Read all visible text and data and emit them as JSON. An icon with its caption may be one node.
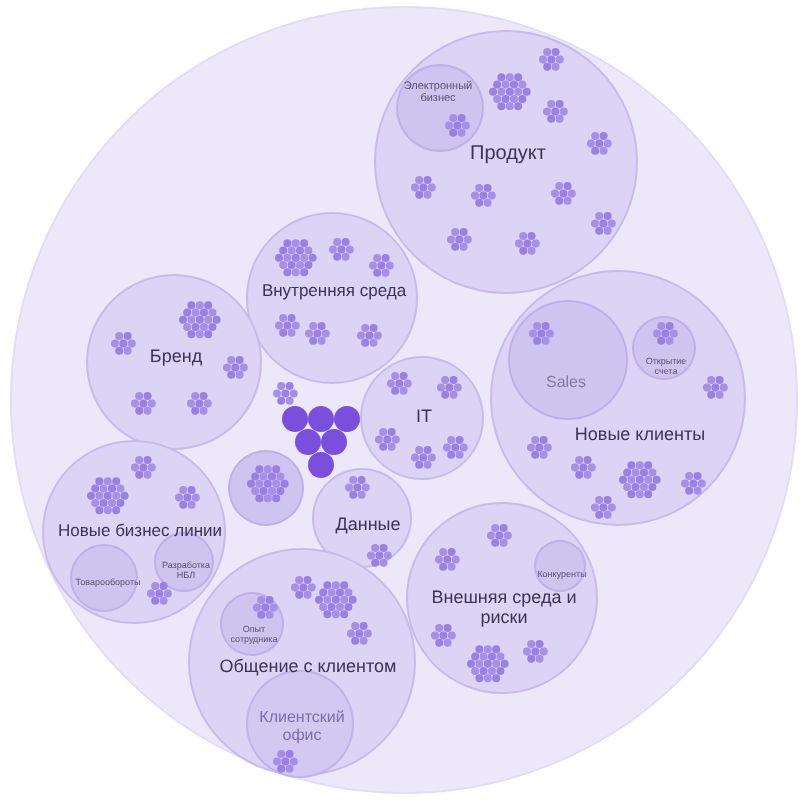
{
  "diagram": {
    "nodes": [
      {
        "text": [],
        "shape": "circle"
      },
      {
        "text": [
          "Продукт"
        ],
        "in": 0
      },
      {
        "text": [
          "Электронный бизнес"
        ],
        "in": 1
      },
      {
        "text": [
          "Внутренняя среда"
        ],
        "in": 0
      },
      {
        "text": [
          "Бренд"
        ],
        "in": 0
      },
      {
        "text": [
          "Новые клиенты"
        ],
        "in": 0
      },
      {
        "text": [
          "Sales"
        ],
        "in": 5
      },
      {
        "text": [
          "Открытие счета"
        ],
        "in": 5
      },
      {
        "text": [
          "IT"
        ],
        "in": 0
      },
      {
        "text": [],
        "shape": "circle",
        "in": 0
      },
      {
        "text": [
          "Новые бизнес линии"
        ],
        "in": 0
      },
      {
        "text": [
          "Разработка НБЛ"
        ],
        "in": 10
      },
      {
        "text": [
          "Товарообороты"
        ],
        "in": 10
      },
      {
        "text": [
          "Данные"
        ],
        "in": 0
      },
      {
        "text": [
          "Внешняя среда и риски"
        ],
        "in": 0
      },
      {
        "text": [
          "Конкуренты"
        ],
        "in": 14
      },
      {
        "text": [
          "Общение с клиентом"
        ],
        "in": 0
      },
      {
        "text": [
          "Опыт сотрудника"
        ],
        "in": 16
      },
      {
        "text": [
          "Клиентский офис"
        ],
        "in": 16
      }
    ]
  }
}
